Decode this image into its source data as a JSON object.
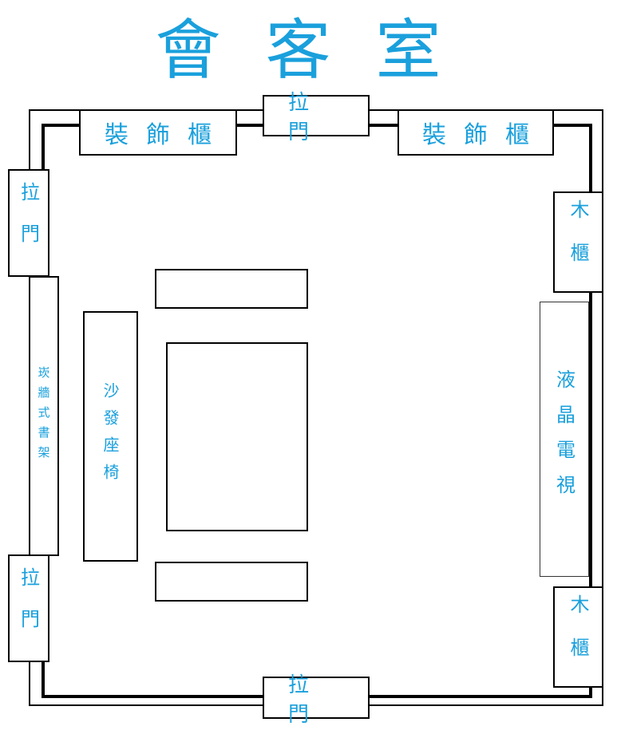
{
  "title": "會客室",
  "furniture": {
    "decor_cabinet_left": "裝飾櫃",
    "decor_cabinet_right": "裝飾櫃",
    "door_top": "拉門",
    "door_bottom": "拉門",
    "door_left_upper": "拉門",
    "door_left_lower": "拉門",
    "wood_cabinet_upper": "木櫃",
    "wood_cabinet_lower": "木櫃",
    "tv": "液晶電視",
    "sofa": "沙發座椅",
    "bookshelf": "崁牆式書架"
  },
  "colors": {
    "label": "#1aa0dc",
    "lines": "#000000",
    "background": "#ffffff"
  }
}
